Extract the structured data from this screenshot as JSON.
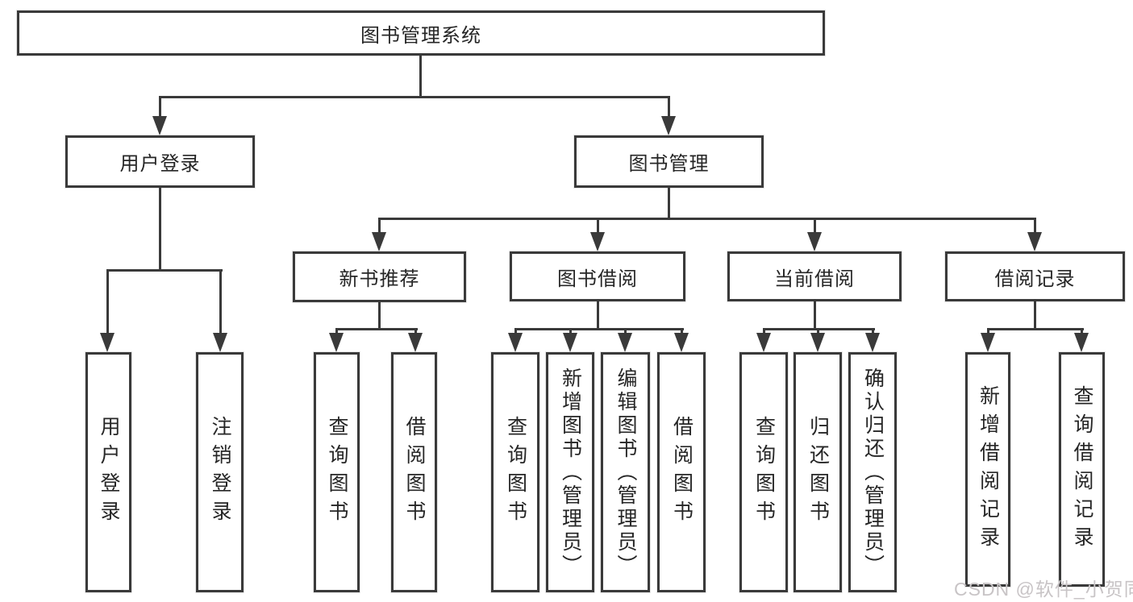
{
  "diagram": {
    "root": {
      "label": "图书管理系统"
    },
    "user_login": {
      "label": "用户登录",
      "children": [
        {
          "label": "用户登录"
        },
        {
          "label": "注销登录"
        }
      ]
    },
    "book_mgmt": {
      "label": "图书管理",
      "sections": [
        {
          "label": "新书推荐",
          "children": [
            {
              "label": "查询图书"
            },
            {
              "label": "借阅图书"
            }
          ]
        },
        {
          "label": "图书借阅",
          "children": [
            {
              "label": "查询图书"
            },
            {
              "label": "新增图书（管理员）"
            },
            {
              "label": "编辑图书（管理员）"
            },
            {
              "label": "借阅图书"
            }
          ]
        },
        {
          "label": "当前借阅",
          "children": [
            {
              "label": "查询图书"
            },
            {
              "label": "归还图书"
            },
            {
              "label": "确认归还（管理员）"
            }
          ]
        },
        {
          "label": "借阅记录",
          "children": [
            {
              "label": "新增借阅记录"
            },
            {
              "label": "查询借阅记录"
            }
          ]
        }
      ]
    },
    "watermark": "CSDN @软件_小贺同学"
  },
  "colors": {
    "line": "#3a3a3a",
    "text": "#262626",
    "watermark": "#c8c4c6",
    "background": "#ffffff"
  }
}
